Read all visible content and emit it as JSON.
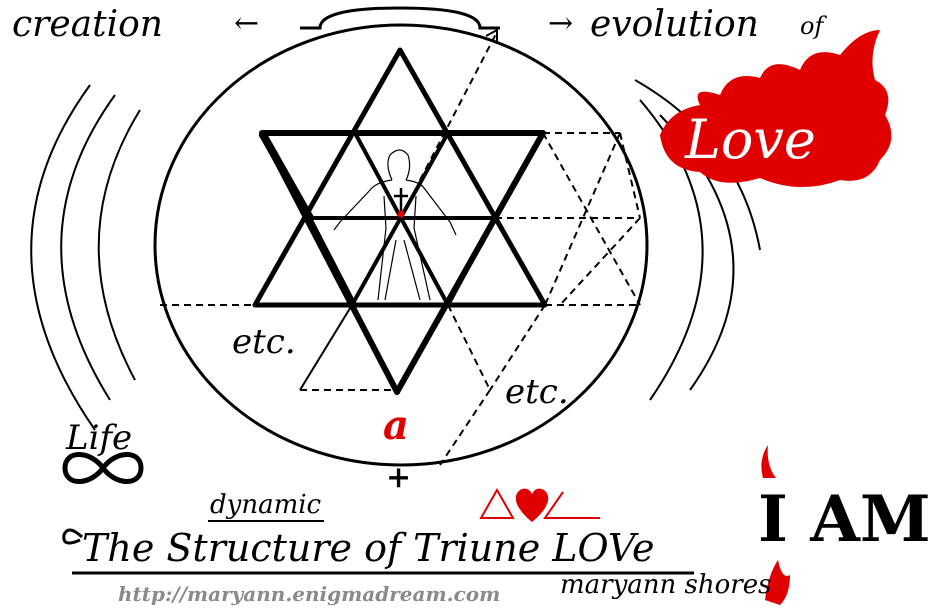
{
  "header": {
    "left_word": "creation",
    "left_arrow": "←",
    "right_arrow": "→",
    "right_word": "evolution",
    "of": "of",
    "love": "Love"
  },
  "labels": {
    "etc_left": "etc.",
    "etc_right": "etc.",
    "a": "a",
    "plus": "+",
    "life": "Life"
  },
  "title": {
    "dynamic": "dynamic",
    "main": "The Structure of Triune LOVe",
    "author": "maryann shores",
    "url": "http://maryann.enigmadream.com"
  },
  "i_am": "I AM",
  "colors": {
    "accent": "#e00000",
    "ink": "#000000",
    "url_gray": "#8a8a8a"
  }
}
